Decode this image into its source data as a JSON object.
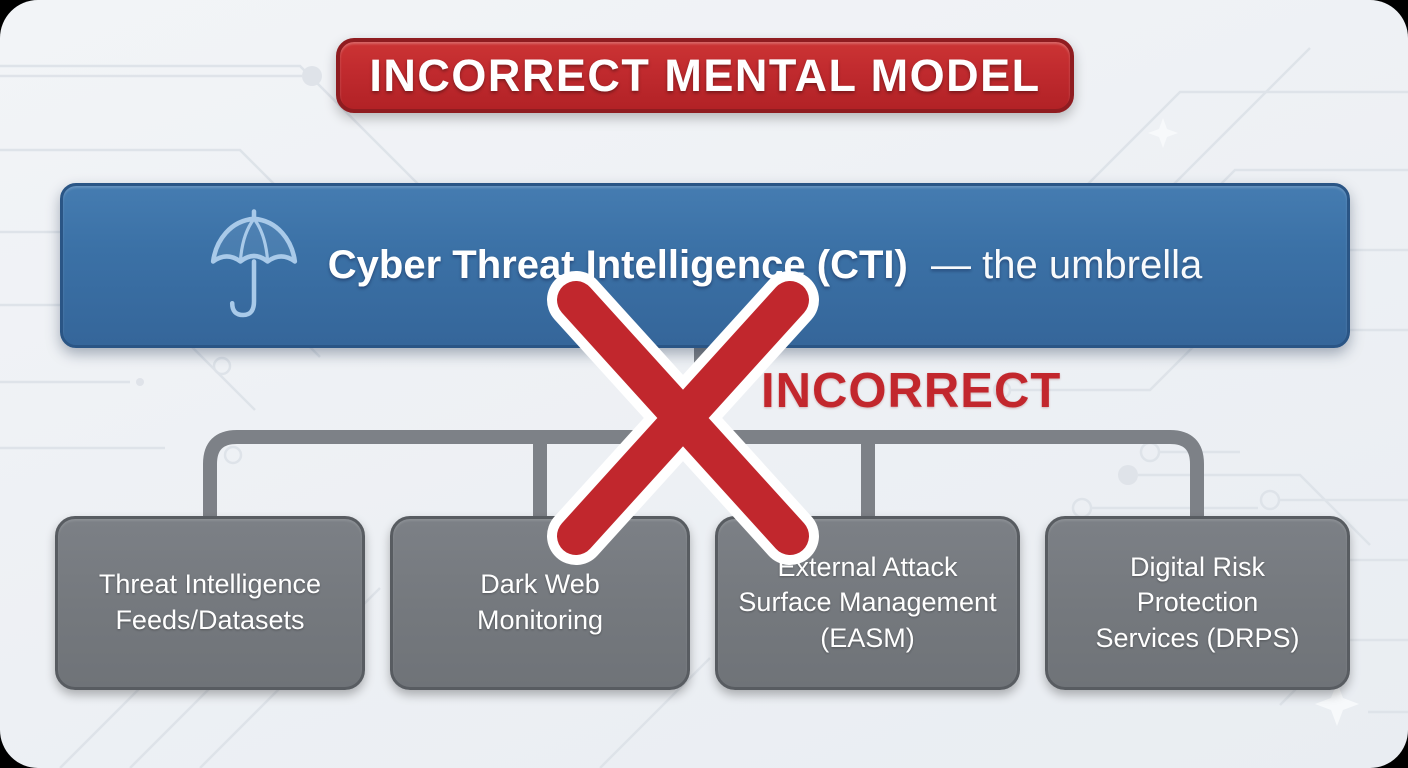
{
  "banner": {
    "label": "INCORRECT MENTAL MODEL"
  },
  "umbrella_bar": {
    "icon": "umbrella-icon",
    "title_bold": "Cyber Threat Intelligence (CTI)",
    "title_suffix": "— the umbrella"
  },
  "x_annotation": {
    "label": "INCORRECT"
  },
  "children": [
    {
      "lines": [
        "Threat Intelligence",
        "Feeds/Datasets"
      ]
    },
    {
      "lines": [
        "Dark Web",
        "Monitoring"
      ]
    },
    {
      "lines": [
        "External Attack",
        "Surface Management",
        "(EASM)"
      ]
    },
    {
      "lines": [
        "Digital Risk",
        "Protection",
        "Services (DRPS)"
      ]
    }
  ],
  "colors": {
    "background": "#eef1f5",
    "banner_red": "#c02a2e",
    "bar_blue": "#3b71a6",
    "umbrella_icon_blue": "#a9cae9",
    "box_gray": "#75797e",
    "connector_gray": "#7d8187",
    "x_red": "#c1272d",
    "incorrect_text_red": "#c2272d"
  }
}
